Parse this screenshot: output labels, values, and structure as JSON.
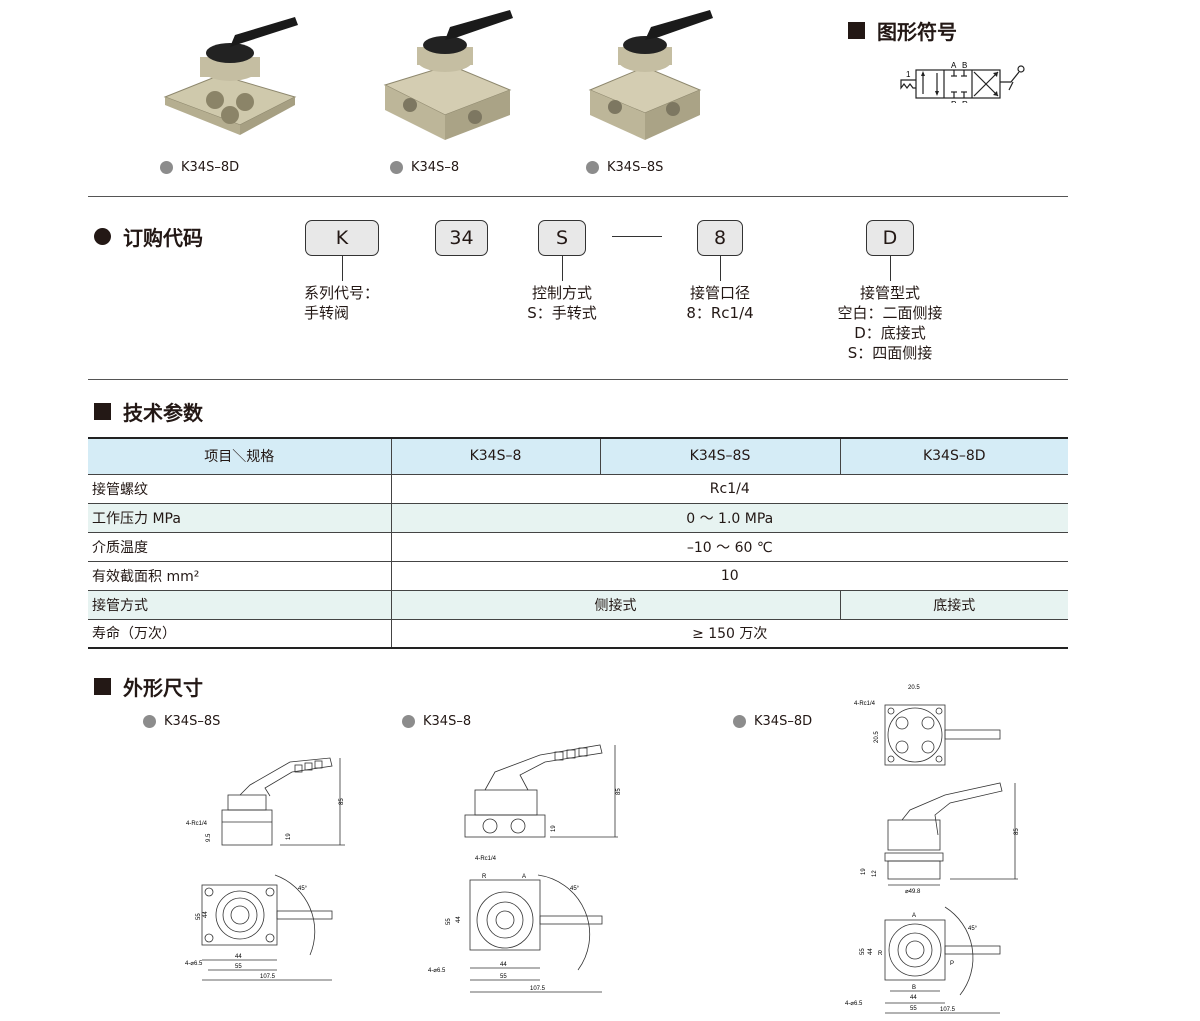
{
  "products": [
    {
      "label": "K34S–8D"
    },
    {
      "label": "K34S–8"
    },
    {
      "label": "K34S–8S"
    }
  ],
  "symbol": {
    "title": "图形符号",
    "port_a": "A",
    "port_b": "B",
    "port_p": "P",
    "port_r": "R",
    "num": "1"
  },
  "ordering": {
    "title": "订购代码",
    "codes": [
      "K",
      "34",
      "S",
      "8",
      "D"
    ],
    "desc_k": [
      "系列代号：",
      "手转阀"
    ],
    "desc_s": [
      "控制方式",
      "S：手转式"
    ],
    "desc_8": [
      "接管口径",
      "8：Rc1/4"
    ],
    "desc_d": [
      "接管型式",
      "空白：二面侧接",
      "D：底接式",
      "S：四面侧接"
    ]
  },
  "specs": {
    "title": "技术参数",
    "headers": [
      "项目＼规格",
      "K34S–8",
      "K34S–8S",
      "K34S–8D"
    ],
    "rows": [
      {
        "label": "接管螺纹",
        "value": "Rc1/4"
      },
      {
        "label": "工作压力 MPa",
        "value": "0 ～ 1.0 MPa"
      },
      {
        "label": "介质温度",
        "value": "–10 ～ 60 ℃"
      },
      {
        "label": "有效截面积 mm²",
        "value": "10"
      },
      {
        "label": "接管方式",
        "value": "侧接式",
        "value2": "底接式"
      },
      {
        "label": "寿命（万次）",
        "value": "≥ 150 万次"
      }
    ]
  },
  "dimensions": {
    "title": "外形尺寸",
    "models": [
      {
        "label": "K34S–8S",
        "d_height": "85",
        "d_19": "19",
        "d_9": "9.5",
        "thread": "4-Rc1/4",
        "d55": "55",
        "d44": "44",
        "d_w44": "44",
        "d_w55": "55",
        "d_total": "107.5",
        "hole": "4-⌀6.5",
        "angle": "45°"
      },
      {
        "label": "K34S–8",
        "d_height": "85",
        "d_19": "19",
        "thread": "4-Rc1/4",
        "d55": "55",
        "d44": "44",
        "d_w44": "44",
        "d_w55": "55",
        "d_total": "107.5",
        "hole": "4-⌀6.5",
        "angle": "45°",
        "pr": "R",
        "pa": "A"
      },
      {
        "label": "K34S–8D",
        "d_205a": "20.5",
        "d_205b": "20.5",
        "thread": "4-Rc1/4",
        "d_height": "85",
        "d_19": "19",
        "d_12": "12",
        "dia": "⌀49.8",
        "d55": "55",
        "d44": "44",
        "d_w44": "44",
        "d_w55": "55",
        "d_total": "107.5",
        "hole": "4-⌀6.5",
        "angle": "45°",
        "pa": "A",
        "pb": "B",
        "pr": "R",
        "pp": "P"
      }
    ]
  }
}
